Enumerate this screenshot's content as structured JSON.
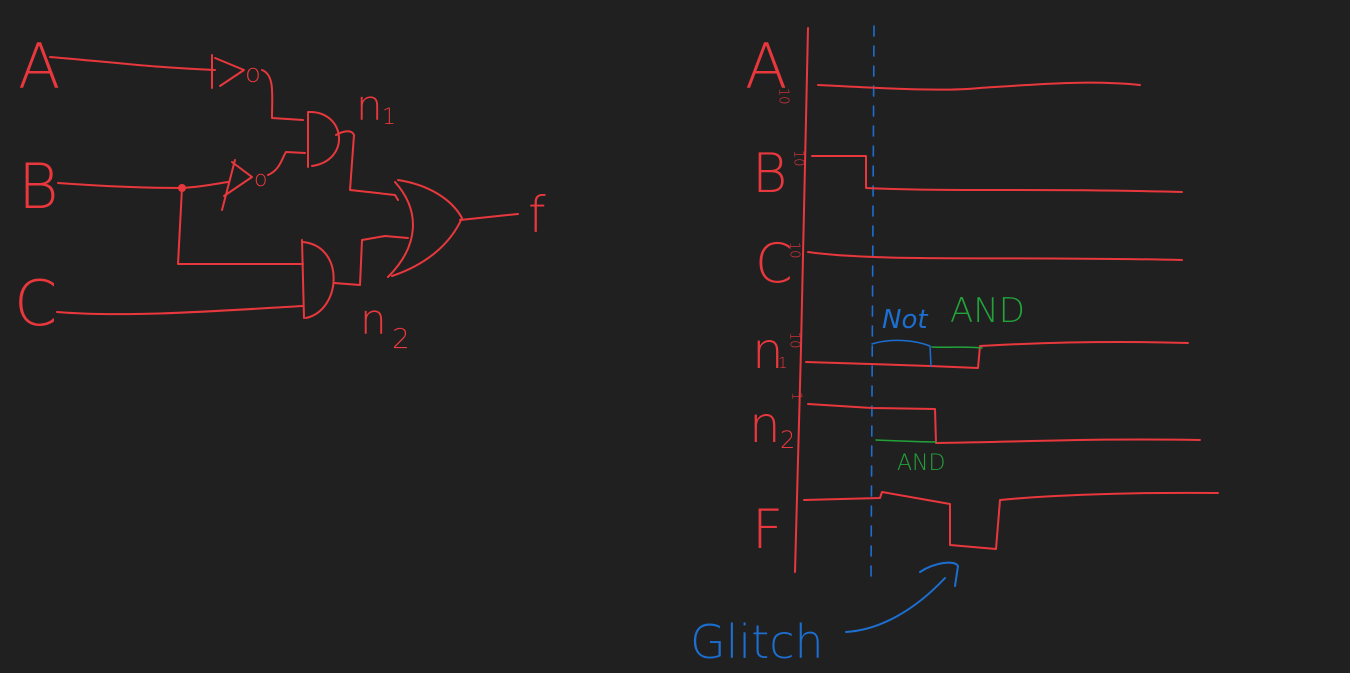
{
  "colors": {
    "background": "#212020",
    "wire": "#e8383d",
    "annotation_blue": "#1c6fd1",
    "annotation_green": "#22a33a"
  },
  "circuit": {
    "inputs": [
      "A",
      "B",
      "C"
    ],
    "gate_outputs": [
      "n",
      "1",
      "n",
      "2"
    ],
    "output": "f",
    "inverter_bubble": "o"
  },
  "timing": {
    "signals": [
      {
        "label": "A",
        "levels": "10"
      },
      {
        "label": "B",
        "levels": "10"
      },
      {
        "label": "C",
        "levels": "10"
      },
      {
        "label": "n",
        "sub": "1",
        "levels": "10"
      },
      {
        "label": "n",
        "sub": "2",
        "levels": "1"
      },
      {
        "label": "F",
        "levels": ""
      }
    ],
    "annotations": {
      "not_label": "Not",
      "and_label_1": "AND",
      "and_label_2": "AND",
      "glitch_label": "Glitch"
    }
  }
}
